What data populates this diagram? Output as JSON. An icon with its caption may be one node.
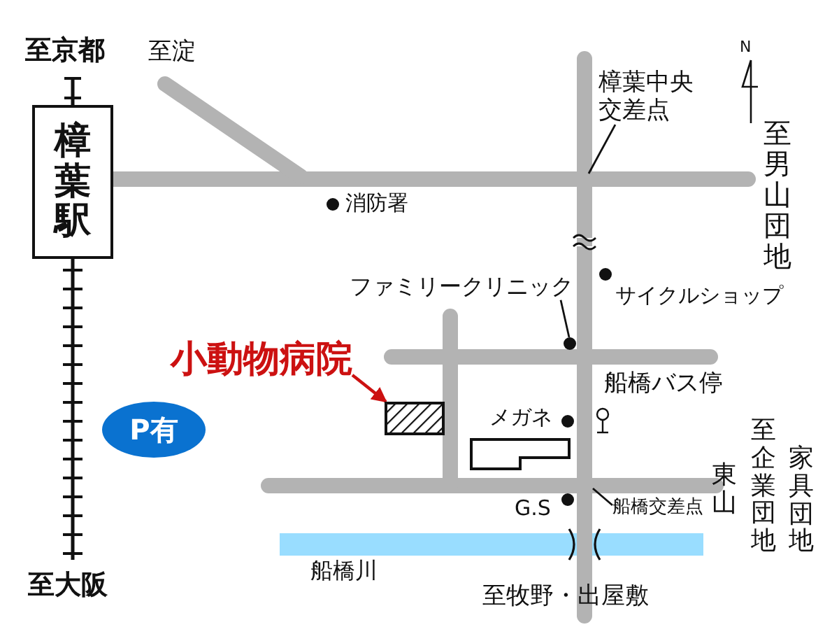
{
  "diagram": {
    "nodes": [
      {
        "text": [
          "樟葉駅"
        ]
      },
      {
        "text": [
          "樟葉中央交差点"
        ]
      },
      {
        "text": [
          "ファミリークリニック"
        ]
      },
      {
        "text": [],
        "shape": "circle"
      },
      {
        "text": [
          "小動物病院"
        ]
      },
      {
        "text": [],
        "shape": "box"
      },
      {
        "text": [
          "船橋交差点"
        ]
      },
      {
        "text": [
          "P有"
        ]
      }
    ],
    "edges": [
      {
        "from": 1,
        "to": null,
        "arrow": "none"
      },
      {
        "from": 2,
        "to": 3,
        "arrow": "none"
      },
      {
        "from": 4,
        "to": 5,
        "arrow": "to",
        "color": "#cc1111"
      },
      {
        "from": 6,
        "to": null,
        "arrow": "none"
      }
    ],
    "labels": [
      "至京都",
      "至淀",
      "N",
      "至男山団地",
      "消防署",
      "サイクルショップ",
      "メガネ",
      "船橋バス停",
      "G.S",
      "東山",
      "至企業団地",
      "家具団地",
      "船橋川",
      "至牧野・出屋敷",
      "至大阪"
    ]
  }
}
